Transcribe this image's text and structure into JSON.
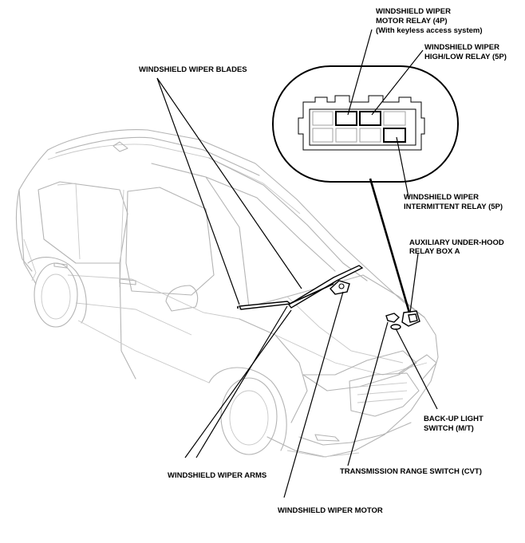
{
  "labels": {
    "wiper_motor_relay": [
      "WINDSHIELD WIPER",
      "MOTOR RELAY (4P)",
      "(With keyless access system)"
    ],
    "high_low_relay": [
      "WINDSHIELD WIPER",
      "HIGH/LOW RELAY (5P)"
    ],
    "wiper_blades": [
      "WINDSHIELD WIPER BLADES"
    ],
    "intermittent_relay": [
      "WINDSHIELD WIPER",
      "INTERMITTENT RELAY (5P)"
    ],
    "aux_relay_box": [
      "AUXILIARY UNDER-HOOD",
      "RELAY BOX A"
    ],
    "backup_light_switch": [
      "BACK-UP LIGHT",
      "SWITCH (M/T)"
    ],
    "wiper_arms": [
      "WINDSHIELD WIPER ARMS"
    ],
    "range_switch": [
      "TRANSMISSION RANGE SWITCH (CVT)"
    ],
    "wiper_motor": [
      "WINDSHIELD WIPER MOTOR"
    ]
  }
}
